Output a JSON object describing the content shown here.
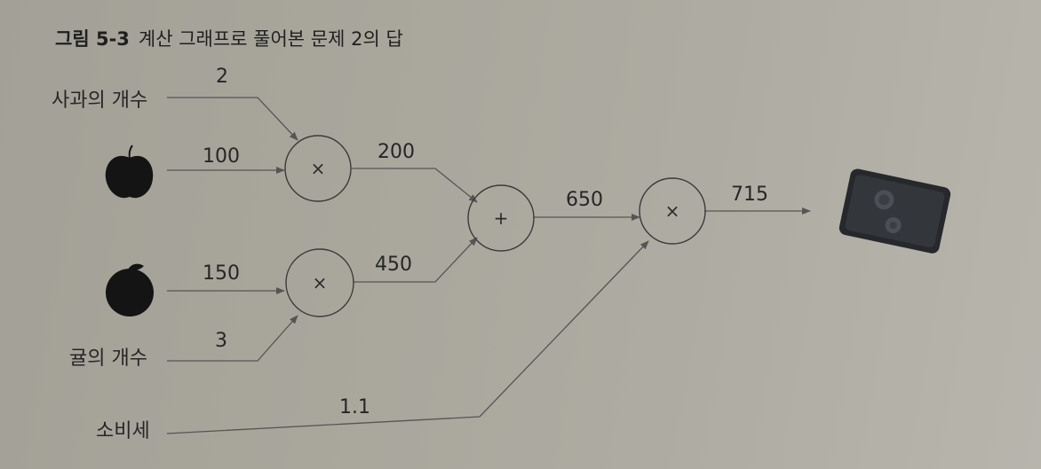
{
  "figure": {
    "number": "그림 5-3",
    "title": "계산 그래프로 풀어본 문제 2의 답"
  },
  "labels": {
    "apple_count": "사과의 개수",
    "orange_count": "귤의 개수",
    "tax": "소비세"
  },
  "values": {
    "apple_count": "2",
    "apple_price": "100",
    "orange_price": "150",
    "orange_count": "3",
    "tax": "1.1",
    "apple_total": "200",
    "orange_total": "450",
    "sum": "650",
    "result": "715"
  },
  "operators": {
    "mul_apple": "×",
    "mul_orange": "×",
    "add": "+",
    "mul_tax": "×"
  },
  "icons": [
    "apple-icon",
    "orange-icon",
    "wallet-icon"
  ]
}
